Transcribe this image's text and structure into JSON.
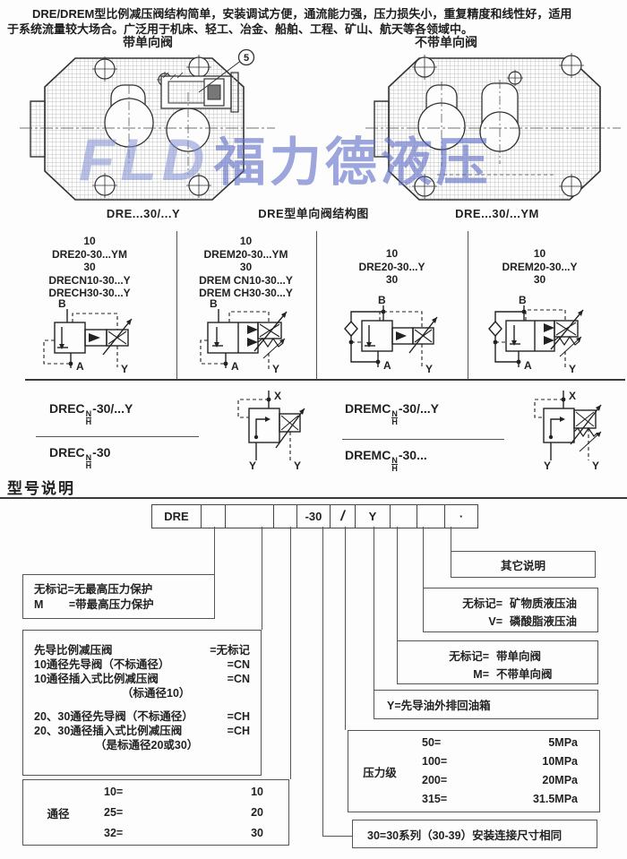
{
  "intro": {
    "line1": "DRE/DREM型比例减压阀结构简单，安装调试方便，通流能力强，压力损失小，重复精度和线性好，适用",
    "line2": "于系统流量较大场合。广泛用于机床、轻工、冶金、船舶、工程、矿山、航天等各领域中。"
  },
  "drawings": {
    "left_label": "带单向阀",
    "right_label": "不带单向阀",
    "left_caption": "DRE...30/...Y",
    "center_caption": "DRE型单向阀结构图",
    "right_caption": "DRE...30/...YM",
    "callout": "5",
    "watermark_latin": "FLD",
    "watermark_cn": "福力德液压",
    "watermark_color": "#5c6ac6"
  },
  "ports": {
    "A": "A",
    "B": "B",
    "X": "X",
    "Y": "Y"
  },
  "symbol_columns": [
    {
      "lines": [
        "10",
        "DRE20-30...YM",
        "30",
        "DRECN10-30...Y",
        "DRECH30-30...Y"
      ]
    },
    {
      "lines": [
        "10",
        "DREM20-30...YM",
        "30",
        "DREM CN10-30...Y",
        "DREM CH30-30...Y"
      ]
    },
    {
      "lines": [
        "10",
        "DRE20-30...Y",
        "30"
      ]
    },
    {
      "lines": [
        "10",
        "DREM20-30...Y",
        "30"
      ]
    }
  ],
  "pilot_rows": [
    {
      "top_prefix": "DREC",
      "num": "N",
      "den": "H",
      "top_suffix": "-30/...Y",
      "bot_prefix": "DREC",
      "bot_suffix": "-30"
    },
    {
      "top_prefix": "DREMC",
      "num": "N",
      "den": "H",
      "top_suffix": "-30/...Y",
      "bot_prefix": "DREMC",
      "bot_suffix": "-30..."
    }
  ],
  "model": {
    "heading": "型号说明",
    "code_cells": [
      "DRE",
      "",
      "",
      "",
      "-30",
      "/",
      "Y",
      "",
      "",
      "·"
    ],
    "boxes": {
      "pressure_protect": {
        "line1": "无标记=无最高压力保护",
        "line2": "M　　 =带最高压力保护"
      },
      "valve_type": {
        "rows": [
          {
            "t": "先导比例减压阀",
            "c": "=无标记"
          },
          {
            "t": "10通径先导阀（不标通径）",
            "c": "=CN"
          },
          {
            "t": "10通径插入式比例减压阀",
            "c": "=CN"
          },
          {
            "t": "（标通径10）",
            "c": ""
          },
          {
            "t": "20、30通径先导阀（不标通径）",
            "c": "=CH"
          },
          {
            "t": "20、30通径插入式比例减压阀",
            "c": "=CH"
          },
          {
            "t": "（是标通径20或30）",
            "c": ""
          }
        ]
      },
      "diameter": {
        "label": "通径",
        "rows": [
          [
            "10=",
            "10"
          ],
          [
            "25=",
            "20"
          ],
          [
            "32=",
            "30"
          ]
        ]
      },
      "other": {
        "text": "其它说明"
      },
      "fluid": {
        "rows": [
          [
            "无标记=",
            "矿物质液压油"
          ],
          [
            "V=",
            "磷酸脂液压油"
          ]
        ]
      },
      "check_valve": {
        "rows": [
          [
            "无标记=",
            "带单向阀"
          ],
          [
            "M=",
            "不带单向阀"
          ]
        ]
      },
      "drain": {
        "text": "Y=先导油外排回油箱"
      },
      "pressure_class": {
        "label": "压力级",
        "rows": [
          [
            "50=",
            "5MPa"
          ],
          [
            "100=",
            "10MPa"
          ],
          [
            "200=",
            "20MPa"
          ],
          [
            "315=",
            "31.5MPa"
          ]
        ]
      },
      "series": {
        "text": "30=30系列（30-39）安装连接尺寸相同"
      }
    }
  }
}
